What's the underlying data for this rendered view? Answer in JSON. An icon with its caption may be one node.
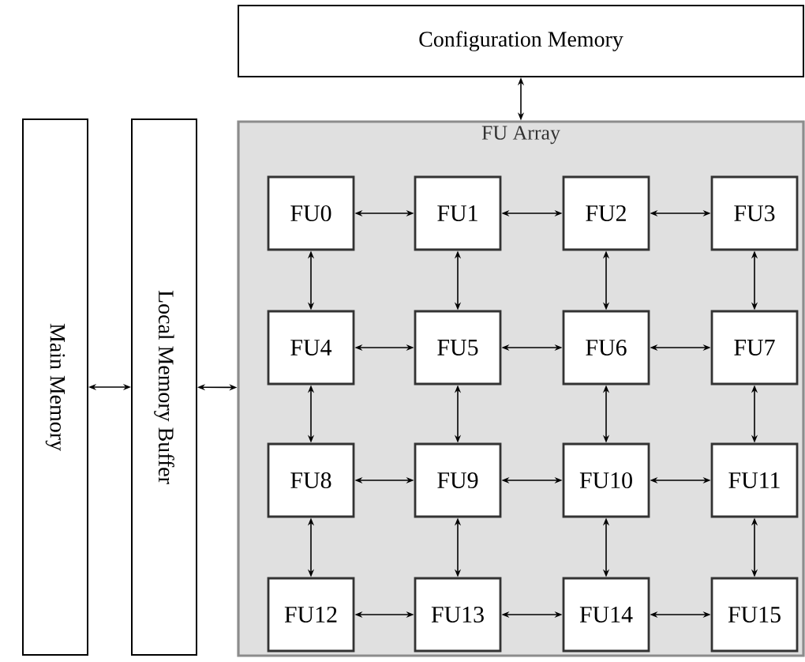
{
  "diagram": {
    "nodes": [
      {
        "text": [
          "Configuration Memory"
        ]
      },
      {
        "text": [
          "Main Memory"
        ]
      },
      {
        "text": [
          "Local Memory Buffer"
        ]
      },
      {
        "text": [
          "FU Array"
        ]
      },
      {
        "text": [
          "FU0"
        ],
        "in": 3
      },
      {
        "text": [
          "FU1"
        ],
        "in": 3
      },
      {
        "text": [
          "FU2"
        ],
        "in": 3
      },
      {
        "text": [
          "FU3"
        ],
        "in": 3
      },
      {
        "text": [
          "FU4"
        ],
        "in": 3
      },
      {
        "text": [
          "FU5"
        ],
        "in": 3
      },
      {
        "text": [
          "FU6"
        ],
        "in": 3
      },
      {
        "text": [
          "FU7"
        ],
        "in": 3
      },
      {
        "text": [
          "FU8"
        ],
        "in": 3
      },
      {
        "text": [
          "FU9"
        ],
        "in": 3
      },
      {
        "text": [
          "FU10"
        ],
        "in": 3
      },
      {
        "text": [
          "FU11"
        ],
        "in": 3
      },
      {
        "text": [
          "FU12"
        ],
        "in": 3
      },
      {
        "text": [
          "FU13"
        ],
        "in": 3
      },
      {
        "text": [
          "FU14"
        ],
        "in": 3
      },
      {
        "text": [
          "FU15"
        ],
        "in": 3
      }
    ],
    "edges": [
      {
        "from": 0,
        "to": 3,
        "arrow": "both"
      },
      {
        "from": 1,
        "to": 2,
        "arrow": "both"
      },
      {
        "from": 2,
        "to": 3,
        "arrow": "both"
      },
      {
        "from": 4,
        "to": 5,
        "arrow": "both"
      },
      {
        "from": 5,
        "to": 6,
        "arrow": "both"
      },
      {
        "from": 6,
        "to": 7,
        "arrow": "both"
      },
      {
        "from": 8,
        "to": 9,
        "arrow": "both"
      },
      {
        "from": 9,
        "to": 10,
        "arrow": "both"
      },
      {
        "from": 10,
        "to": 11,
        "arrow": "both"
      },
      {
        "from": 12,
        "to": 13,
        "arrow": "both"
      },
      {
        "from": 13,
        "to": 14,
        "arrow": "both"
      },
      {
        "from": 14,
        "to": 15,
        "arrow": "both"
      },
      {
        "from": 16,
        "to": 17,
        "arrow": "both"
      },
      {
        "from": 17,
        "to": 18,
        "arrow": "both"
      },
      {
        "from": 18,
        "to": 19,
        "arrow": "both"
      },
      {
        "from": 4,
        "to": 8,
        "arrow": "both"
      },
      {
        "from": 8,
        "to": 12,
        "arrow": "both"
      },
      {
        "from": 12,
        "to": 16,
        "arrow": "both"
      },
      {
        "from": 5,
        "to": 9,
        "arrow": "both"
      },
      {
        "from": 9,
        "to": 13,
        "arrow": "both"
      },
      {
        "from": 13,
        "to": 17,
        "arrow": "both"
      },
      {
        "from": 6,
        "to": 10,
        "arrow": "both"
      },
      {
        "from": 10,
        "to": 14,
        "arrow": "both"
      },
      {
        "from": 14,
        "to": 18,
        "arrow": "both"
      },
      {
        "from": 7,
        "to": 11,
        "arrow": "both"
      },
      {
        "from": 11,
        "to": 15,
        "arrow": "both"
      },
      {
        "from": 15,
        "to": 19,
        "arrow": "both"
      }
    ]
  }
}
